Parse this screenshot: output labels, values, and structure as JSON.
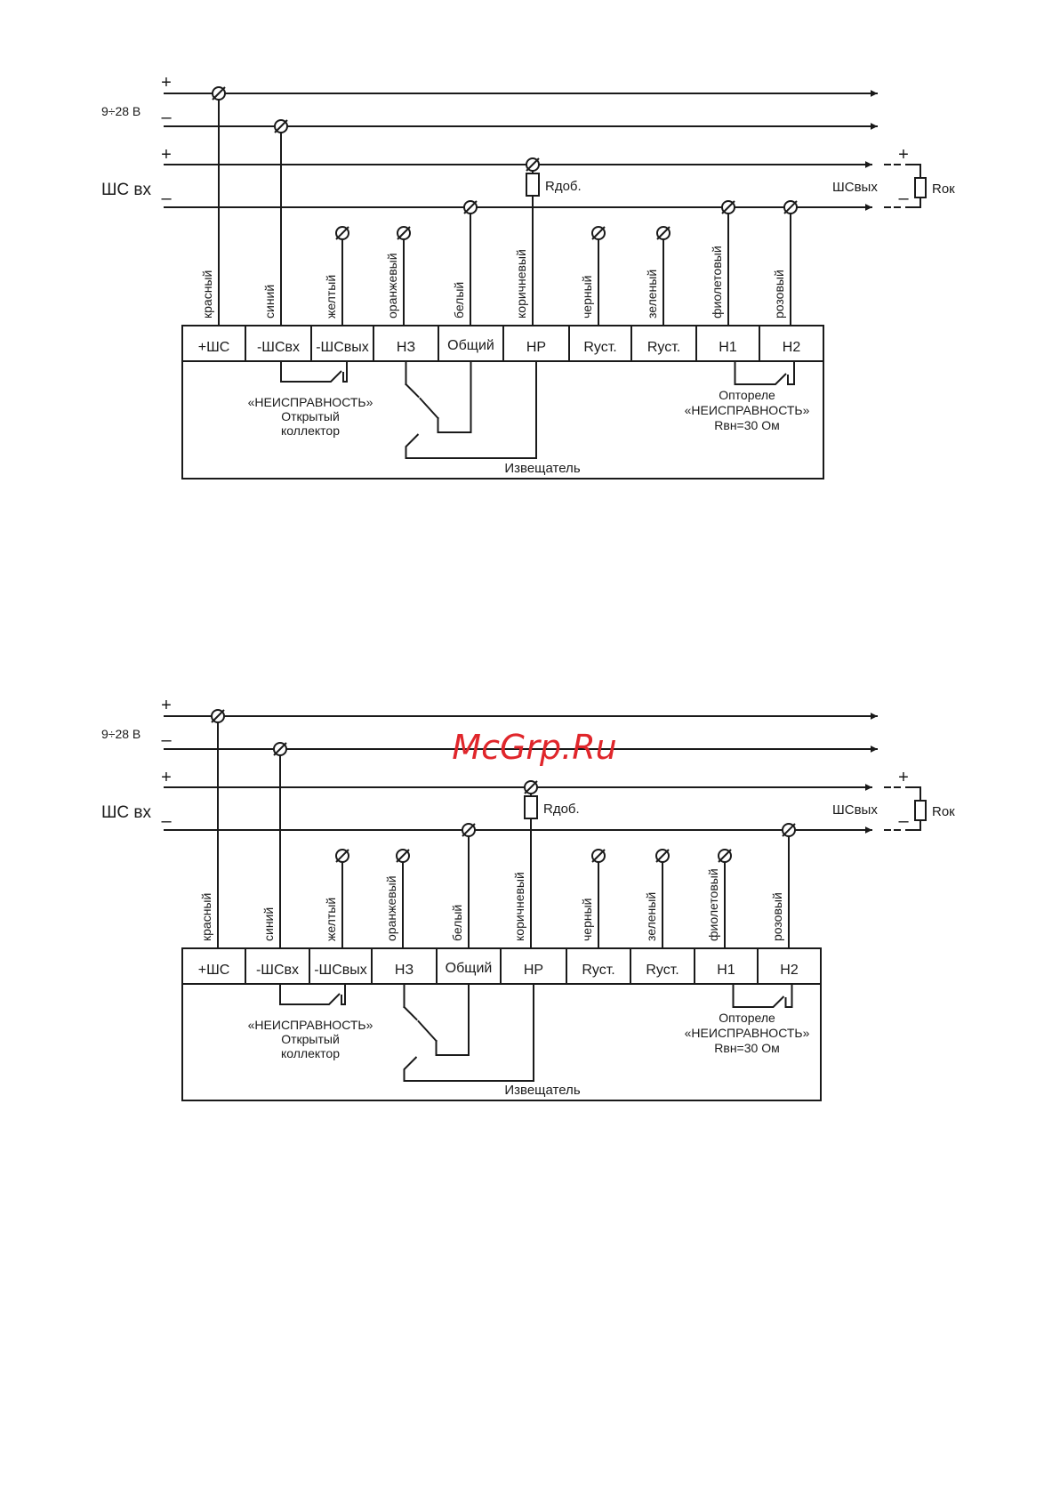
{
  "watermark": "McGrp.Ru",
  "colors": {
    "line": "#1a1a1a",
    "watermark": "#e0262b",
    "background": "#ffffff"
  },
  "diagrams": [
    {
      "id": "top",
      "supply_label": "9÷28 В",
      "loop_in_label": "ШС вх",
      "loop_out_label": "ШСвых",
      "plus": "+",
      "minus": "–",
      "resistor_add_label": "Rдоб.",
      "resistor_end_label": "Rок",
      "terminals": [
        "+ШС",
        "-ШСвх",
        "-ШСвых",
        "НЗ",
        "Общий",
        "НР",
        "Rуст.",
        "Rуст.",
        "Н1",
        "Н2"
      ],
      "wires": [
        "красный",
        "синий",
        "желтый",
        "оранжевый",
        "белый",
        "коричневый",
        "черный",
        "зеленый",
        "фиолетовый",
        "розовый"
      ],
      "fault_label": "«НЕИСПРАВНОСТЬ»",
      "open_collector_1": "Открытый",
      "open_collector_2": "коллектор",
      "optorelay_1": "Оптореле",
      "optorelay_2": "«НЕИСПРАВНОСТЬ»",
      "optorelay_3": "Rвн=30 Ом",
      "device_label": "Извещатель"
    },
    {
      "id": "bottom",
      "supply_label": "9÷28 В",
      "loop_in_label": "ШС вх",
      "loop_out_label": "ШСвых",
      "plus": "+",
      "minus": "–",
      "resistor_add_label": "Rдоб.",
      "resistor_end_label": "Rок",
      "terminals": [
        "+ШС",
        "-ШСвх",
        "-ШСвых",
        "НЗ",
        "Общий",
        "НР",
        "Rуст.",
        "Rуст.",
        "Н1",
        "Н2"
      ],
      "wires": [
        "красный",
        "синий",
        "желтый",
        "оранжевый",
        "белый",
        "коричневый",
        "черный",
        "зеленый",
        "фиолетовый",
        "розовый"
      ],
      "fault_label": "«НЕИСПРАВНОСТЬ»",
      "open_collector_1": "Открытый",
      "open_collector_2": "коллектор",
      "optorelay_1": "Оптореле",
      "optorelay_2": "«НЕИСПРАВНОСТЬ»",
      "optorelay_3": "Rвн=30 Ом",
      "device_label": "Извещатель"
    }
  ]
}
